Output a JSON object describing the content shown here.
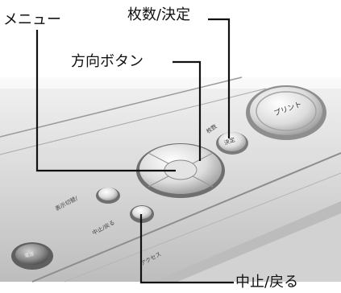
{
  "callouts": {
    "menu": "メニュー",
    "count_decide": "枚数/決定",
    "direction": "方向ボタン",
    "cancel_back": "中止/戻る"
  },
  "printer_labels": {
    "print": "プリント",
    "count": "枚数",
    "decide": "決定",
    "display_switch": "表示切替/",
    "cancel_back": "中止/戻る",
    "access": "アクセス",
    "power": "電源"
  },
  "colors": {
    "panel_light": "#e9e9e9",
    "panel_mid": "#c9c9c9",
    "panel_dark": "#8e8e8e",
    "leader_line": "#111111"
  }
}
